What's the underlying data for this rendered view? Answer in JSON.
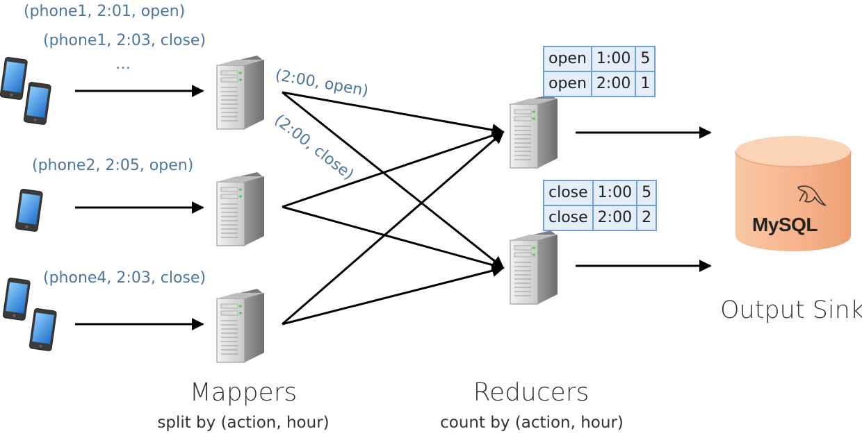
{
  "event_labels": {
    "ev1": "(phone1, 2:01, open)",
    "ev2": "(phone1, 2:03, close)",
    "ellipsis": "…",
    "ev3": "(phone2, 2:05, open)",
    "ev4": "(phone4, 2:03, close)"
  },
  "edge_labels": {
    "open": "(2:00, open)",
    "close": "(2:00, close)"
  },
  "tables": {
    "open": [
      [
        "open",
        "1:00",
        "5"
      ],
      [
        "open",
        "2:00",
        "1"
      ]
    ],
    "close": [
      [
        "close",
        "1:00",
        "5"
      ],
      [
        "close",
        "2:00",
        "2"
      ]
    ]
  },
  "captions": {
    "mappers": "Mappers",
    "mappers_sub": "split by (action, hour)",
    "reducers": "Reducers",
    "reducers_sub": "count by (action, hour)",
    "sink": "Output Sink"
  },
  "db_logo": "MySQL",
  "colors": {
    "label": "#4a76a3",
    "table_fill": "#e4eefb",
    "table_border": "#6f9fd8",
    "db": "#f7b58e"
  }
}
